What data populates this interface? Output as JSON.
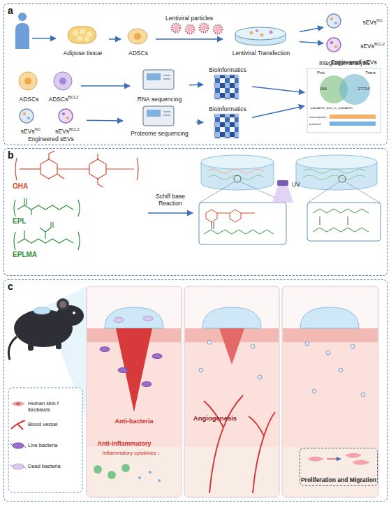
{
  "diagram": {
    "nodes": [
      {
        "text": [
          "a"
        ]
      },
      {
        "text": [
          "Adipose tissue"
        ],
        "in": 0
      },
      {
        "text": [
          "ADSCs"
        ],
        "in": 0
      },
      {
        "text": [
          "Lentiviral Transfection"
        ],
        "in": 0
      },
      {
        "text": [
          "sEVs",
          "NC"
        ],
        "in": 0
      },
      {
        "text": [
          "sEVs",
          "BCL2"
        ],
        "in": 0
      },
      {
        "text": [
          "ADSCs"
        ],
        "in": 0
      },
      {
        "text": [
          "ADSCs",
          "BCL2"
        ],
        "in": 0
      },
      {
        "text": [
          "RNA sequencing"
        ],
        "in": 0
      },
      {
        "text": [
          "Bioinformatics"
        ],
        "in": 0
      },
      {
        "text": [
          "Integration analysis"
        ],
        "in": 0
      },
      {
        "text": [
          "sEVs",
          "NC"
        ],
        "in": 0
      },
      {
        "text": [
          "sEVs",
          "BCL2"
        ],
        "in": 0
      },
      {
        "text": [
          "Proteome sequencing"
        ],
        "in": 0
      },
      {
        "text": [
          "Bioinformatics"
        ],
        "in": 0
      },
      {
        "text": [
          "b"
        ]
      },
      {
        "text": [
          "c"
        ]
      },
      {
        "text": [
          "Proliferation and Migration"
        ],
        "in": 16
      }
    ],
    "edges": [
      {
        "from": 1,
        "to": 2,
        "arrow": "to"
      },
      {
        "from": 2,
        "to": 3,
        "label": "Lentiviral particles",
        "arrow": "to"
      },
      {
        "from": 3,
        "to": 4,
        "arrow": "to"
      },
      {
        "from": 3,
        "to": 5,
        "arrow": "to"
      },
      {
        "from": 7,
        "to": 8,
        "arrow": "to"
      },
      {
        "from": 8,
        "to": 9,
        "arrow": "to"
      },
      {
        "from": 9,
        "to": 10,
        "arrow": "to"
      },
      {
        "from": 12,
        "to": 13,
        "arrow": "to"
      },
      {
        "from": 13,
        "to": 14,
        "arrow": "to"
      },
      {
        "from": 14,
        "to": 10,
        "arrow": "to"
      }
    ],
    "labels": [
      "Engineered sEVs",
      "Engineered sEVs",
      "Prot",
      "Trans",
      "156",
      "27724",
      "sedksADSC_Bcl2_vs_sedksADSC",
      "transcriptome",
      "proteome",
      "OHA",
      "EPL",
      "EPLMA",
      "Schiff base Reaction",
      "UV",
      "Anti-bacteria",
      "Anti-inflammatory",
      "Inflammatory cytokines ↓",
      "Angiogenesis"
    ],
    "legend": [
      {
        "text": "Human skin f ibroblasts"
      },
      {
        "text": "Blood vessel"
      },
      {
        "text": "Live bacteria"
      },
      {
        "text": "Dead bacteria"
      }
    ]
  }
}
